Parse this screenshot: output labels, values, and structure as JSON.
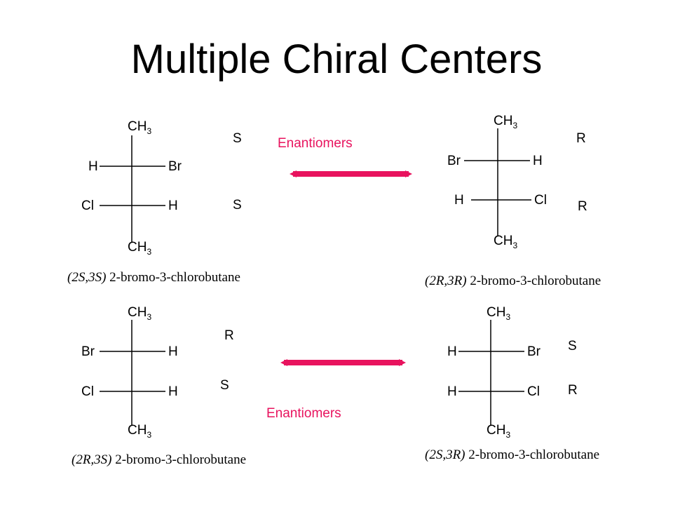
{
  "title": "Multiple Chiral Centers",
  "enantiomers_label": "Enantiomers",
  "colors": {
    "arrow": "#e8135e",
    "text": "#000000"
  },
  "molecules": [
    {
      "top": {
        "main": "CH",
        "sub": "3"
      },
      "row1": {
        "left": "H",
        "right": "Br"
      },
      "row2": {
        "left": "Cl",
        "right": "H"
      },
      "bottom": {
        "main": "CH",
        "sub": "3"
      },
      "config1": "S",
      "config2": "S",
      "caption": {
        "config": "(2S,3S)",
        "name": " 2-bromo-3-chlorobutane"
      }
    },
    {
      "top": {
        "main": "CH",
        "sub": "3"
      },
      "row1": {
        "left": "Br",
        "right": "H"
      },
      "row2": {
        "left": "H",
        "right": "Cl"
      },
      "bottom": {
        "main": "CH",
        "sub": "3"
      },
      "config1": "R",
      "config2": "R",
      "caption": {
        "config": "(2R,3R)",
        "name": " 2-bromo-3-chlorobutane"
      }
    },
    {
      "top": {
        "main": "CH",
        "sub": "3"
      },
      "row1": {
        "left": "Br",
        "right": "H"
      },
      "row2": {
        "left": "Cl",
        "right": "H"
      },
      "bottom": {
        "main": "CH",
        "sub": "3"
      },
      "config1": "R",
      "config2": "S",
      "caption": {
        "config": "(2R,3S)",
        "name": " 2-bromo-3-chlorobutane"
      }
    },
    {
      "top": {
        "main": "CH",
        "sub": "3"
      },
      "row1": {
        "left": "H",
        "right": "Br"
      },
      "row2": {
        "left": "H",
        "right": "Cl"
      },
      "bottom": {
        "main": "CH",
        "sub": "3"
      },
      "config1": "S",
      "config2": "R",
      "caption": {
        "config": "(2S,3R)",
        "name": " 2-bromo-3-chlorobutane"
      }
    }
  ]
}
